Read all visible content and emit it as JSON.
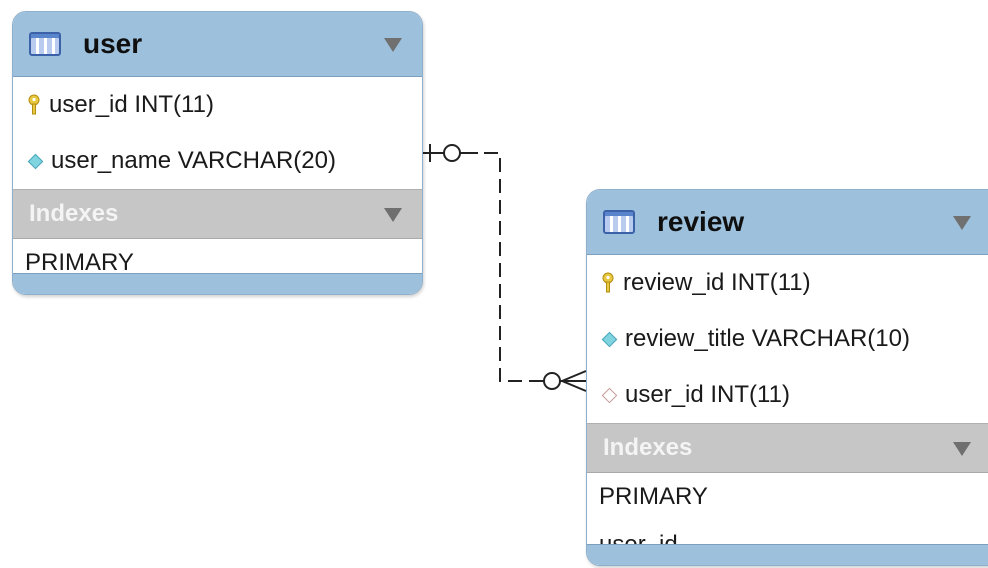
{
  "user_table": {
    "title": "user",
    "columns": [
      {
        "text": "user_id INT(11)",
        "kind": "primary-key"
      },
      {
        "text": "user_name VARCHAR(20)",
        "kind": "attribute"
      }
    ],
    "indexes_label": "Indexes",
    "indexes": [
      "PRIMARY"
    ]
  },
  "review_table": {
    "title": "review",
    "columns": [
      {
        "text": "review_id INT(11)",
        "kind": "primary-key"
      },
      {
        "text": "review_title VARCHAR(10)",
        "kind": "attribute"
      },
      {
        "text": "user_id INT(11)",
        "kind": "foreign-key"
      }
    ],
    "indexes_label": "Indexes",
    "indexes": [
      "PRIMARY",
      "user_id"
    ]
  },
  "relationship": {
    "from": "user",
    "to": "review",
    "from_cardinality": "one-or-zero",
    "to_cardinality": "zero-or-many",
    "line_style": "dashed"
  },
  "colors": {
    "header": "#9dc0dc",
    "indexes_bar": "#c6c6c6",
    "key_icon": "#e8c840",
    "attribute_icon": "#7fd4e0",
    "foreign_key_icon": "#c59a97"
  }
}
